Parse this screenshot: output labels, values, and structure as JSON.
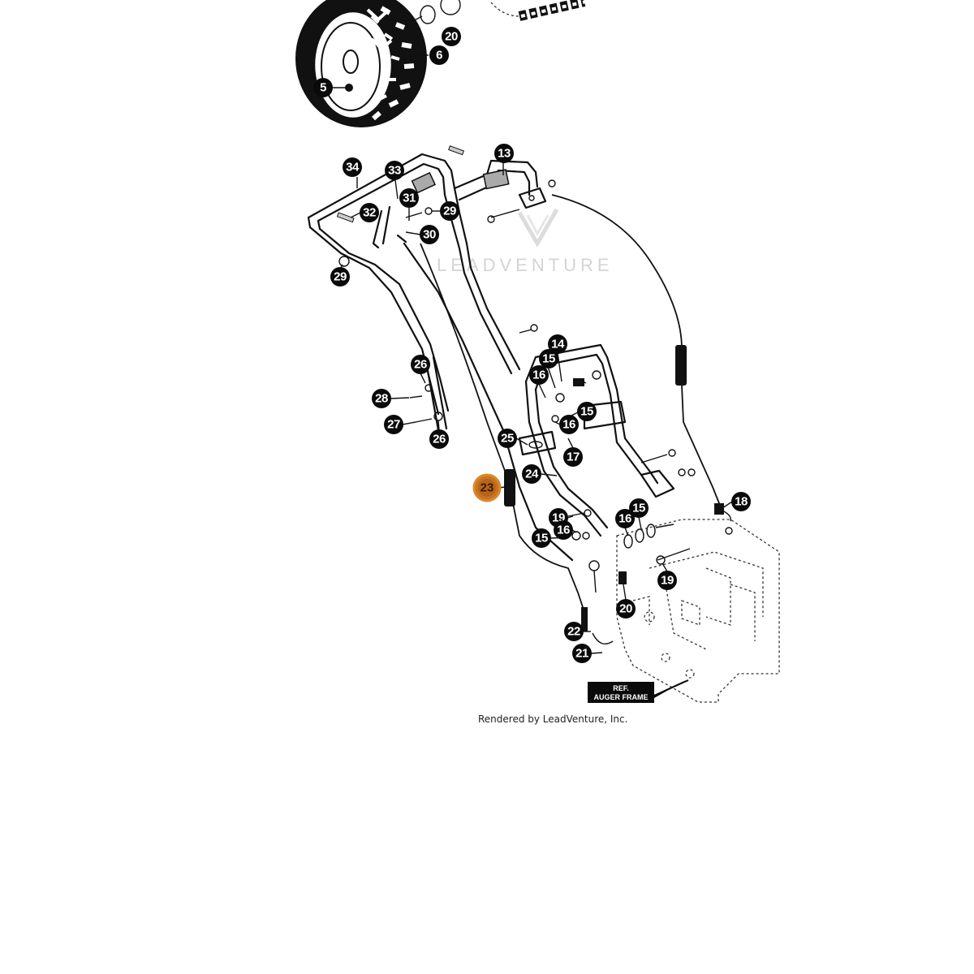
{
  "watermark": "LEADVENTURE",
  "credit": "Rendered by LeadVenture, Inc.",
  "ref_label": {
    "line1": "REF.",
    "line2": "AUGER FRAME"
  },
  "highlight_color": "#c9731f",
  "selected_part": "23",
  "callouts": [
    {
      "id": "c1",
      "label": "20"
    },
    {
      "id": "c2",
      "label": "6"
    },
    {
      "id": "c3",
      "label": "5"
    },
    {
      "id": "c4",
      "label": "34"
    },
    {
      "id": "c5",
      "label": "33"
    },
    {
      "id": "c6",
      "label": "13"
    },
    {
      "id": "c7",
      "label": "31"
    },
    {
      "id": "c8",
      "label": "32"
    },
    {
      "id": "c9",
      "label": "29"
    },
    {
      "id": "c10",
      "label": "30"
    },
    {
      "id": "c11",
      "label": "29"
    },
    {
      "id": "c12",
      "label": "14"
    },
    {
      "id": "c13",
      "label": "15"
    },
    {
      "id": "c14",
      "label": "16"
    },
    {
      "id": "c15",
      "label": "26"
    },
    {
      "id": "c16",
      "label": "28"
    },
    {
      "id": "c17",
      "label": "15"
    },
    {
      "id": "c18",
      "label": "16"
    },
    {
      "id": "c19",
      "label": "27"
    },
    {
      "id": "c20",
      "label": "26"
    },
    {
      "id": "c21",
      "label": "25"
    },
    {
      "id": "c22",
      "label": "17"
    },
    {
      "id": "c23",
      "label": "24"
    },
    {
      "id": "c24",
      "label": "23"
    },
    {
      "id": "c25",
      "label": "18"
    },
    {
      "id": "c26",
      "label": "15"
    },
    {
      "id": "c27",
      "label": "16"
    },
    {
      "id": "c28",
      "label": "19"
    },
    {
      "id": "c29",
      "label": "16"
    },
    {
      "id": "c30",
      "label": "15"
    },
    {
      "id": "c31",
      "label": "19"
    },
    {
      "id": "c32",
      "label": "20"
    },
    {
      "id": "c33",
      "label": "22"
    },
    {
      "id": "c34",
      "label": "21"
    }
  ]
}
